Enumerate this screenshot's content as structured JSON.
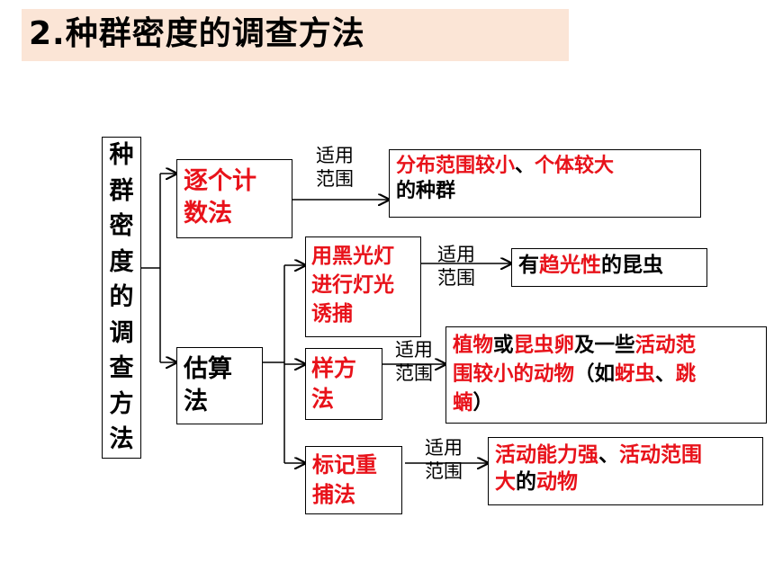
{
  "title": "2.种群密度的调查方法",
  "main": [
    "种",
    "群",
    "密",
    "度",
    "的",
    "调",
    "查",
    "方",
    "法"
  ],
  "methods": {
    "count": {
      "lines": [
        "逐个计",
        "数法"
      ],
      "apply": [
        "适用",
        "范围"
      ],
      "result_line1": [
        {
          "text": "分布范围较小",
          "color": "red"
        },
        {
          "text": "、",
          "color": "black"
        },
        {
          "text": "个体较大",
          "color": "red"
        }
      ],
      "result_line2": [
        {
          "text": "的种群",
          "color": "black"
        }
      ]
    },
    "estimate": {
      "lines": [
        "估算",
        "法"
      ]
    },
    "light": {
      "lines": [
        "用黑光灯",
        "进行灯光",
        "诱捕"
      ],
      "apply": [
        "适用",
        "范围"
      ],
      "result_line1": [
        {
          "text": "有",
          "color": "black"
        },
        {
          "text": "趋光性",
          "color": "red"
        },
        {
          "text": "的昆虫",
          "color": "black"
        }
      ]
    },
    "quadrat": {
      "lines": [
        "样方",
        "法"
      ],
      "apply": [
        "适用",
        "范围"
      ],
      "result_line1": [
        {
          "text": "植物",
          "color": "red"
        },
        {
          "text": "或",
          "color": "black"
        },
        {
          "text": "昆虫卵",
          "color": "red"
        },
        {
          "text": "及一些",
          "color": "black"
        },
        {
          "text": "活动范",
          "color": "red"
        }
      ],
      "result_line2": [
        {
          "text": "围较小的动物",
          "color": "red"
        },
        {
          "text": "（如",
          "color": "black"
        },
        {
          "text": "蚜虫",
          "color": "red"
        },
        {
          "text": "、",
          "color": "black"
        },
        {
          "text": "跳",
          "color": "red"
        }
      ],
      "result_line3": [
        {
          "text": "蝻",
          "color": "red"
        },
        {
          "text": "）",
          "color": "black"
        }
      ]
    },
    "mark": {
      "lines": [
        "标记重",
        "捕法"
      ],
      "apply": [
        "适用",
        "范围"
      ],
      "result_line1": [
        {
          "text": "活动能力强",
          "color": "red"
        },
        {
          "text": "、",
          "color": "black"
        },
        {
          "text": "活动范围",
          "color": "red"
        }
      ],
      "result_line2": [
        {
          "text": "大",
          "color": "red"
        },
        {
          "text": "的",
          "color": "black"
        },
        {
          "text": "动物",
          "color": "red"
        }
      ]
    }
  }
}
